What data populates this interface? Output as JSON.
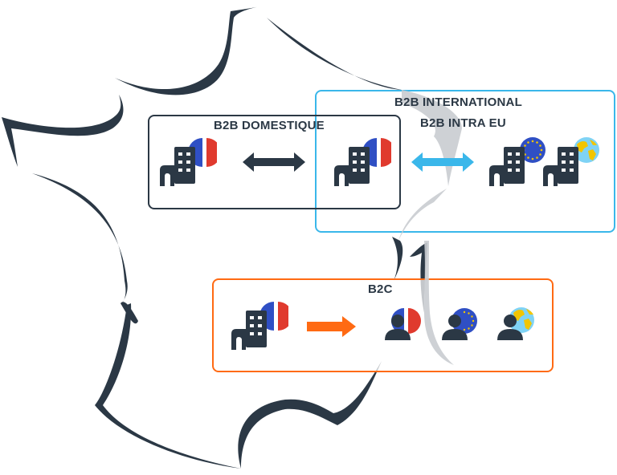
{
  "diagram": {
    "subject": "France VAT transaction types",
    "colors": {
      "outline": "#2b3845",
      "domestic": "#2b3845",
      "international": "#3ab7ea",
      "b2c": "#ff6a13",
      "france_blue": "#2f4fc4",
      "france_red": "#e03a2e",
      "eu_blue": "#2f4fc4",
      "eu_star": "#f2c500",
      "globe_ocean": "#7fd3f5",
      "globe_land": "#f2c500"
    },
    "sections": [
      {
        "id": "b2b-domestic",
        "title": "B2B DOMESTIQUE",
        "items": [
          "building-france",
          "double-arrow-dark",
          "building-france"
        ]
      },
      {
        "id": "b2b-international",
        "title_line1": "B2B INTERNATIONAL",
        "title_line2": "B2B INTRA EU",
        "items": [
          "building-france",
          "double-arrow-blue",
          "building-eu",
          "building-world"
        ]
      },
      {
        "id": "b2c",
        "title": "B2C",
        "items": [
          "building-france",
          "arrow-orange",
          "person-france",
          "person-eu",
          "person-world"
        ]
      }
    ]
  }
}
